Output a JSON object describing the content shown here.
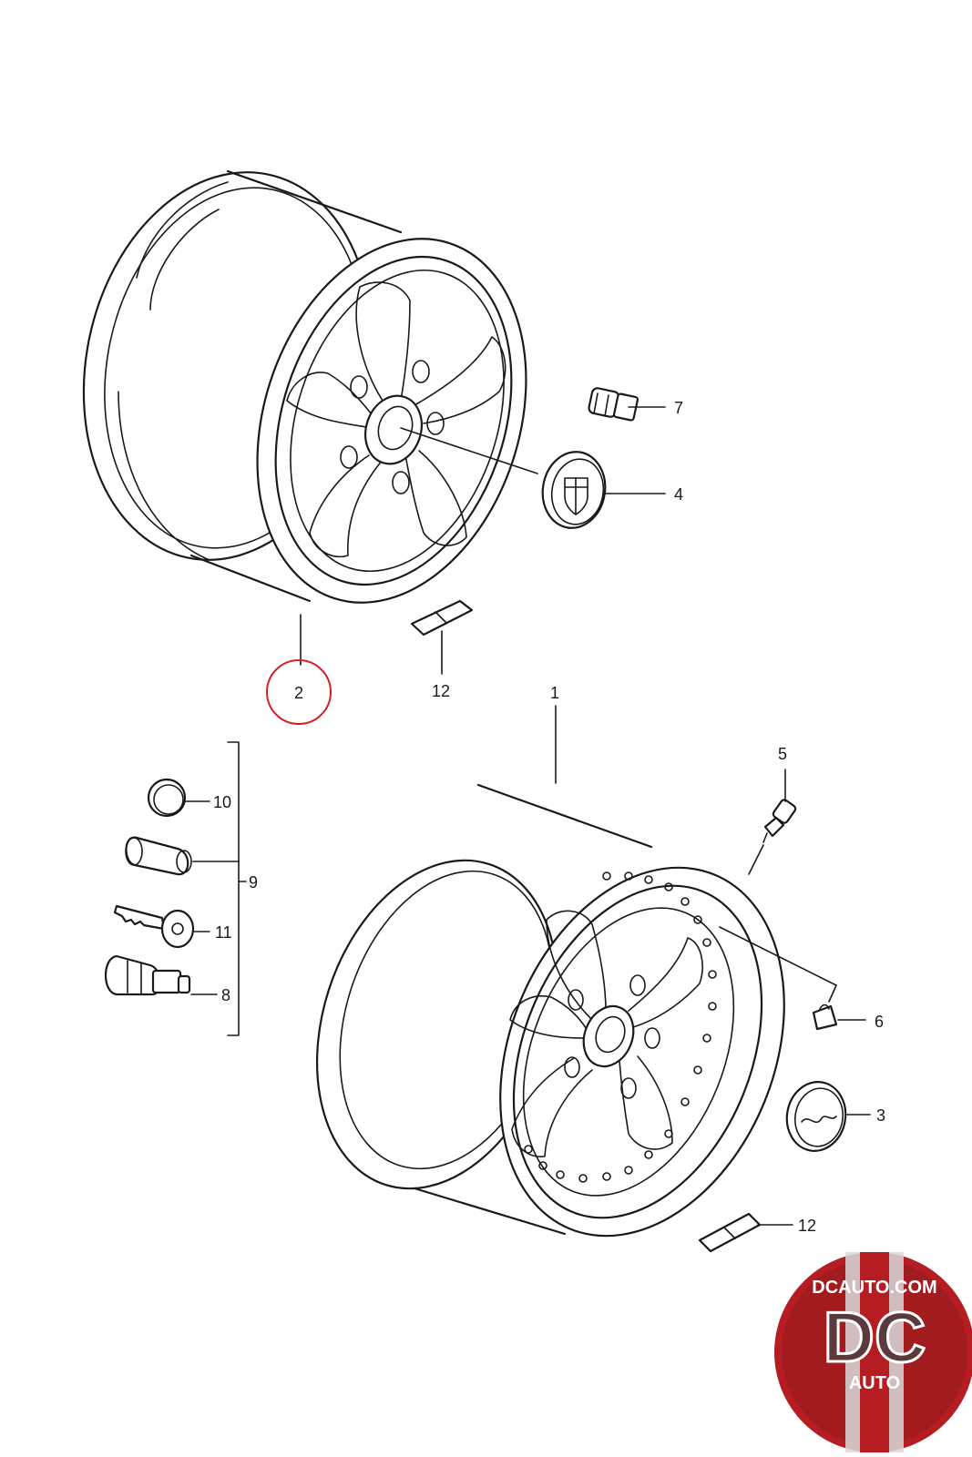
{
  "callouts": {
    "c1": "1",
    "c2": "2",
    "c3": "3",
    "c4": "4",
    "c5": "5",
    "c6": "6",
    "c7": "7",
    "c8": "8",
    "c9": "9",
    "c10": "10",
    "c11": "11",
    "c12a": "12",
    "c12b": "12"
  },
  "highlight_color": "#d9201f",
  "logo": {
    "top_text": "DCAUTO.COM",
    "big_text": "DC",
    "bottom_text": "AUTO",
    "colors": {
      "red": "#b51d22",
      "dark": "#5a3a3a",
      "silver": "#d9d9d9"
    }
  },
  "icons": [
    "wheel-icon",
    "center-cap-icon",
    "lug-bolt-icon",
    "valve-stem-icon",
    "balance-weight-icon",
    "lock-key-icon",
    "lock-cylinder-icon",
    "cap-icon"
  ]
}
